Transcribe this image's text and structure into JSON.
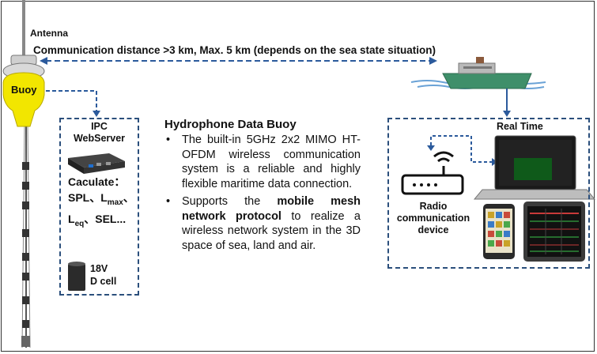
{
  "antenna_label": "Antenna",
  "comm_distance": "Communication distance >3 km, Max. 5 km (depends on the sea state situation)",
  "buoy_label": "Buoy",
  "ipc": {
    "title_line1": "IPC",
    "title_line2": "WebServer",
    "calc_label": "Caculate：",
    "calc_line2_a": "SPL、L",
    "calc_line2_sub": "max",
    "calc_line2_b": "、",
    "calc_line3_a": "L",
    "calc_line3_sub": "eq",
    "calc_line3_b": "、SEL...",
    "battery_line1": "18V",
    "battery_line2": "D cell"
  },
  "main": {
    "title": "Hydrophone Data Buoy",
    "bullet1": "The built-in 5GHz 2x2 MIMO HT-OFDM wireless communication system is a reliable and highly flexible maritime data connection.",
    "bullet2_pre": "Supports the ",
    "bullet2_bold": "mobile mesh network protocol",
    "bullet2_post": " to realize a wireless network system in the 3D space of sea, land and air."
  },
  "realtime": {
    "title": "Real Time",
    "radio_line1": "Radio",
    "radio_line2": "communication",
    "radio_line3": "device"
  },
  "colors": {
    "buoy_yellow": "#f2e600",
    "dash_blue": "#2b5a9c",
    "ship_green": "#3f8f6a",
    "sea_blue": "#9fc3e4"
  }
}
